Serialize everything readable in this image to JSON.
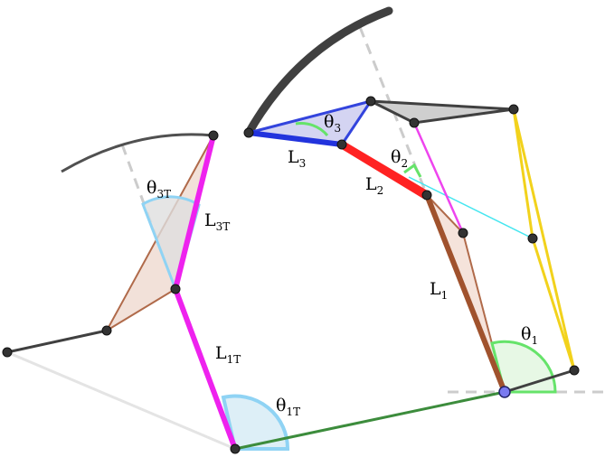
{
  "colors": {
    "link1": "#a0522d",
    "link2": "#ff2222",
    "link3": "#2233dd",
    "magenta": "#ee22ee",
    "yellow": "#f2d21c",
    "green_base": "#3c8c3c",
    "cyan": "#44e6f0",
    "angle_blue": "#8fd3f4",
    "angle_green": "#66e36a",
    "dark": "#404040"
  },
  "icons": {
    "joint": "filled-circle",
    "base_joint": "blue-filled-circle"
  },
  "labels": {
    "theta1": {
      "base": "θ",
      "sub": "1"
    },
    "theta2": {
      "base": "θ",
      "sub": "2"
    },
    "theta3": {
      "base": "θ",
      "sub": "3"
    },
    "L1": {
      "base": "L",
      "sub": "1"
    },
    "L2": {
      "base": "L",
      "sub": "2"
    },
    "L3": {
      "base": "L",
      "sub": "3"
    },
    "theta1T": {
      "base": "θ",
      "sub": "1T"
    },
    "theta3T": {
      "base": "θ",
      "sub": "3T"
    },
    "L1T": {
      "base": "L",
      "sub": "1T"
    },
    "L3T": {
      "base": "L",
      "sub": "3T"
    }
  }
}
